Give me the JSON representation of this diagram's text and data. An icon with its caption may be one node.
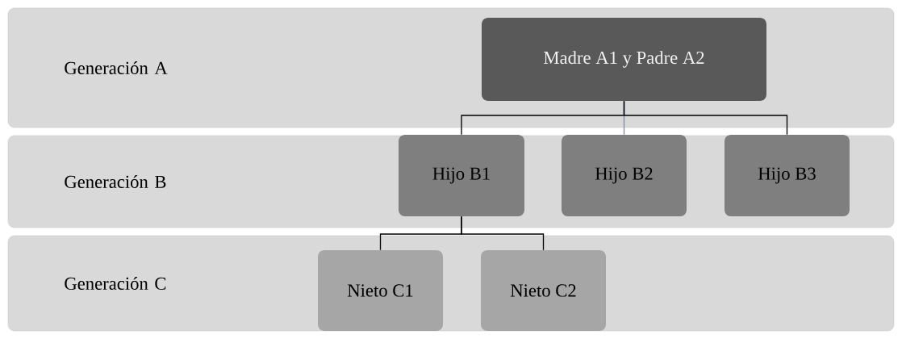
{
  "diagram": {
    "nodes": [
      {
        "text": [
          "Generación A"
        ]
      },
      {
        "text": [
          "Madre A1 y Padre A2"
        ],
        "in": 0
      },
      {
        "text": [
          "Generación B"
        ]
      },
      {
        "text": [
          "Hijo B1"
        ],
        "in": 2
      },
      {
        "text": [
          "Hijo B2"
        ],
        "in": 2
      },
      {
        "text": [
          "Hijo B3"
        ],
        "in": 2
      },
      {
        "text": [
          "Generación C"
        ]
      },
      {
        "text": [
          "Nieto C1"
        ],
        "in": 6
      },
      {
        "text": [
          "Nieto C2"
        ],
        "in": 6
      }
    ],
    "edges": [
      {
        "from": 1,
        "to": 3,
        "arrow": "none"
      },
      {
        "from": 1,
        "to": 4,
        "arrow": "none",
        "color": "#6f8fbf"
      },
      {
        "from": 1,
        "to": 5,
        "arrow": "none"
      },
      {
        "from": 3,
        "to": 7,
        "arrow": "none"
      },
      {
        "from": 3,
        "to": 8,
        "arrow": "none"
      }
    ]
  }
}
